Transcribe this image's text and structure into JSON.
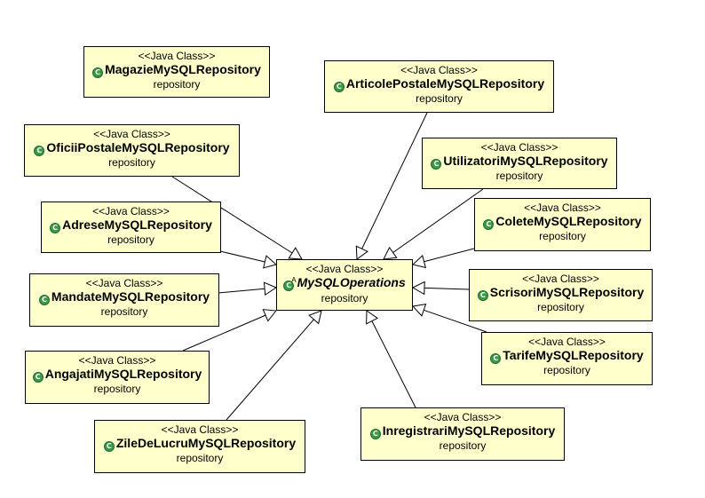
{
  "diagram": {
    "stereotype": "<<Java Class>>",
    "package": "repository",
    "center": {
      "name": "MySQLOperations",
      "abstract_marker": "A"
    },
    "classes": [
      {
        "id": "magazie",
        "name": "MagazieMySQLRepository"
      },
      {
        "id": "articole",
        "name": "ArticolePostaleMySQLRepository"
      },
      {
        "id": "oficii",
        "name": "OficiiPostaleMySQLRepository"
      },
      {
        "id": "utilizatori",
        "name": "UtilizatoriMySQLRepository"
      },
      {
        "id": "adrese",
        "name": "AdreseMySQLRepository"
      },
      {
        "id": "colete",
        "name": "ColeteMySQLRepository"
      },
      {
        "id": "mandate",
        "name": "MandateMySQLRepository"
      },
      {
        "id": "scrisori",
        "name": "ScrisoriMySQLRepository"
      },
      {
        "id": "angajati",
        "name": "AngajatiMySQLRepository"
      },
      {
        "id": "tarife",
        "name": "TarifeMySQLRepository"
      },
      {
        "id": "zile",
        "name": "ZileDeLucruMySQLRepository"
      },
      {
        "id": "inregistrari",
        "name": "InregistrariMySQLRepository"
      }
    ],
    "edges": [
      {
        "from": "articole",
        "to": "center"
      },
      {
        "from": "oficii",
        "to": "center"
      },
      {
        "from": "utilizatori",
        "to": "center"
      },
      {
        "from": "adrese",
        "to": "center"
      },
      {
        "from": "colete",
        "to": "center"
      },
      {
        "from": "mandate",
        "to": "center"
      },
      {
        "from": "scrisori",
        "to": "center"
      },
      {
        "from": "angajati",
        "to": "center"
      },
      {
        "from": "tarife",
        "to": "center"
      },
      {
        "from": "zile",
        "to": "center"
      },
      {
        "from": "inregistrari",
        "to": "center"
      }
    ]
  }
}
